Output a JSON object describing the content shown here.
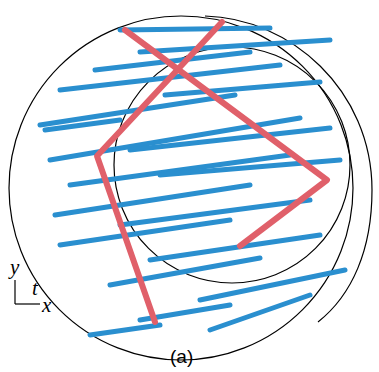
{
  "diagram": {
    "labels": [
      "y",
      "t",
      "x",
      "(a)"
    ]
  }
}
